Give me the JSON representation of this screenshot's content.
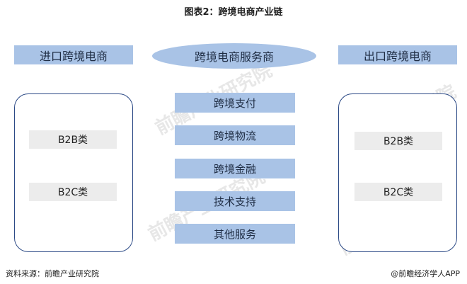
{
  "title": "图表2：跨境电商产业链",
  "left": {
    "header": "进口跨境电商",
    "categories": [
      "B2B类",
      "B2C类"
    ]
  },
  "right": {
    "header": "出口跨境电商",
    "categories": [
      "B2B类",
      "B2C类"
    ]
  },
  "center": {
    "title": "跨境电商服务商",
    "services": [
      "跨境支付",
      "跨境物流",
      "跨境金融",
      "技术支持",
      "其他服务"
    ]
  },
  "watermark": "前瞻产业研究院",
  "footer": {
    "source": "资料来源：前瞻产业研究院",
    "credit": "@前瞻经济学人APP"
  }
}
